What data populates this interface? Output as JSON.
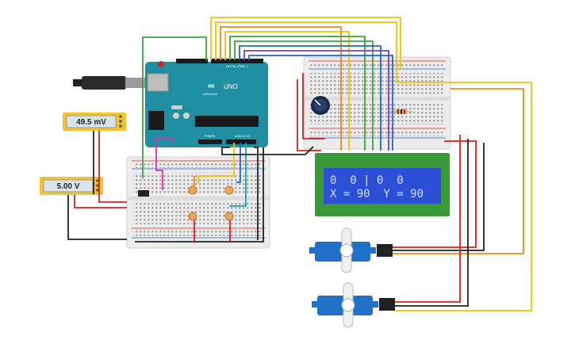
{
  "meter1": {
    "reading": "49.5 mV"
  },
  "meter2": {
    "reading": "5.00 V"
  },
  "arduino": {
    "logo_text": "ARDUINO",
    "model": "UNO",
    "digital_label": "DIGITAL (PWM ~)",
    "power_label": "POWER",
    "analog_label": "ANALOG IN"
  },
  "lcd": {
    "line1": "0  0 | 0  0",
    "line2": "X = 90  Y = 90"
  },
  "colors": {
    "wire_red": "#d9201f",
    "wire_black": "#222222",
    "wire_yellow": "#f2c200",
    "wire_orange": "#f08a10",
    "wire_green": "#3aa83a",
    "wire_blue": "#2166c8",
    "wire_purple": "#7a3fb5",
    "wire_teal": "#1aa3b8",
    "wire_magenta": "#d636a8",
    "board_teal": "#1e8ea0",
    "lcd_green": "#3a9a3a",
    "lcd_screen": "#2c4fd6",
    "lcd_text": "#cfe0ff",
    "meter_frame": "#f2c230",
    "servo_blue": "#2070c8"
  }
}
